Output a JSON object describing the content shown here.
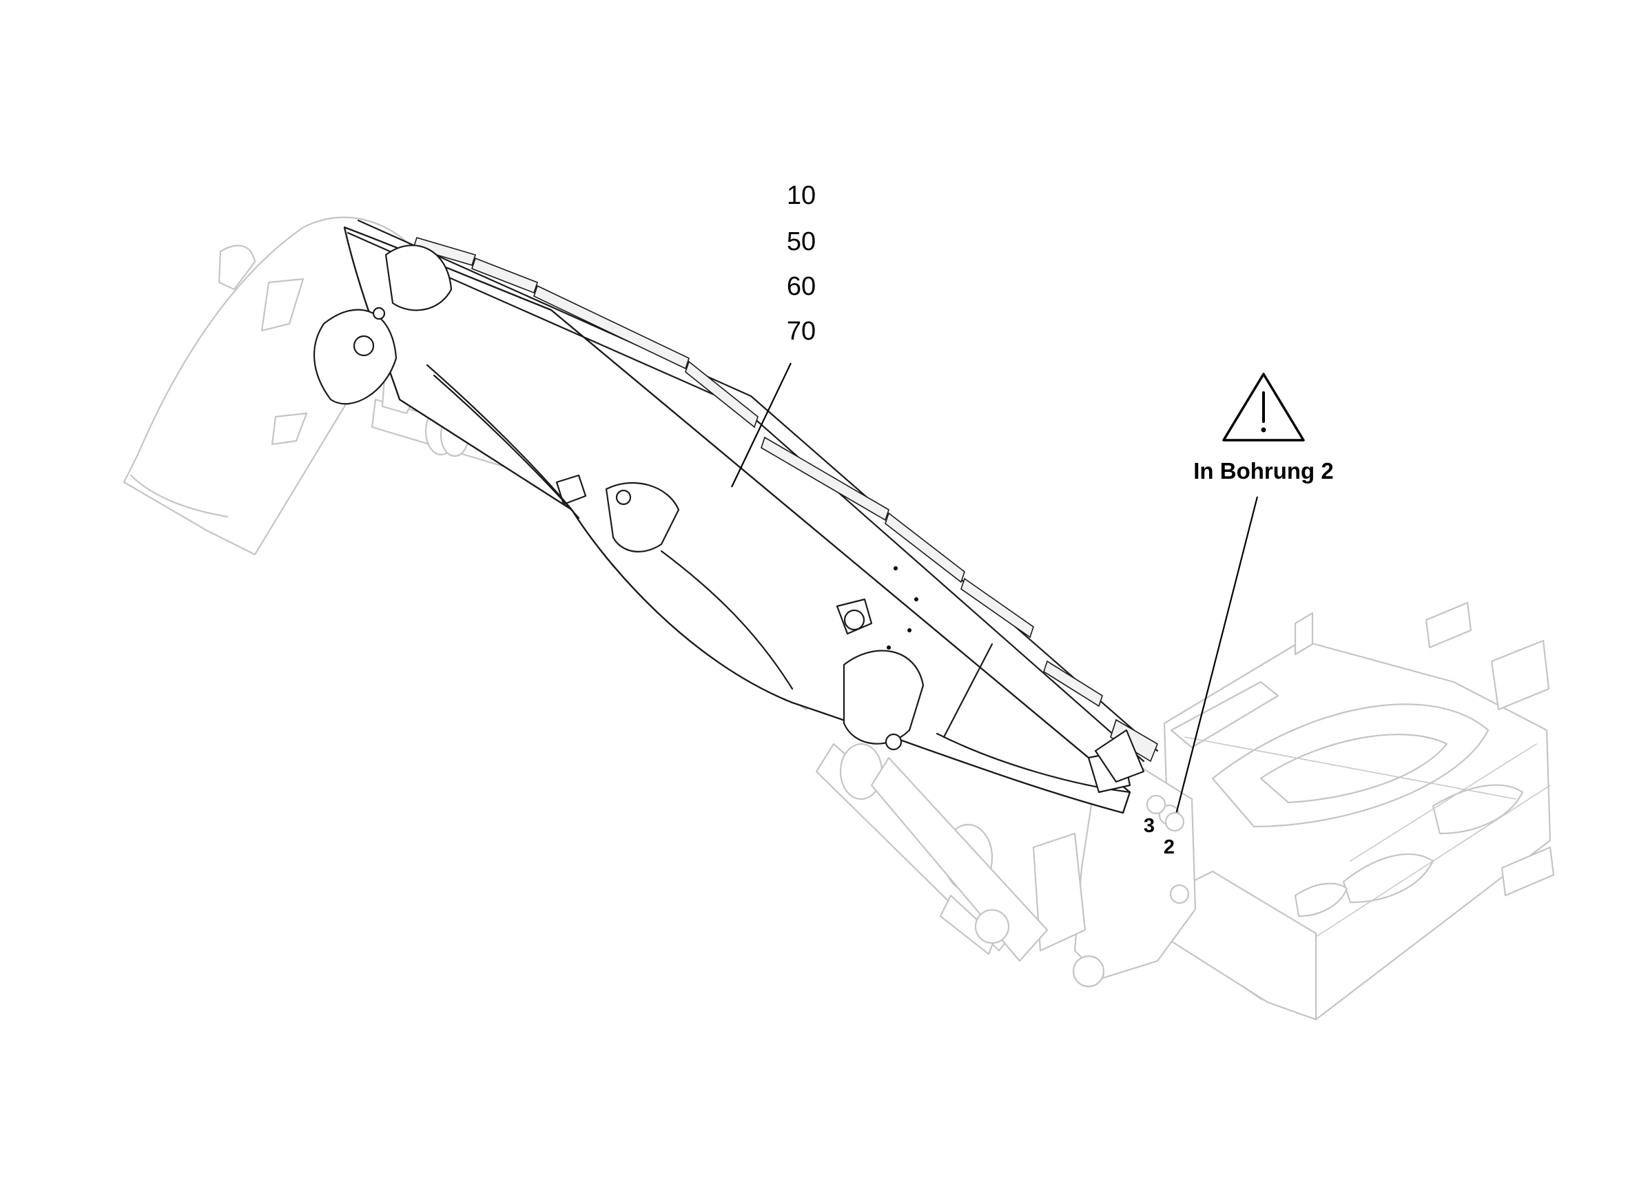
{
  "callouts": {
    "item_1": "10",
    "item_2": "50",
    "item_3": "60",
    "item_4": "70"
  },
  "note": {
    "text": "In Bohrung 2",
    "icon": "warning-triangle-icon"
  },
  "holes": {
    "hole_3": "3",
    "hole_2": "2"
  },
  "colors": {
    "ink": "#1a1a1a",
    "ghost_outline": "#c4c4c4"
  }
}
